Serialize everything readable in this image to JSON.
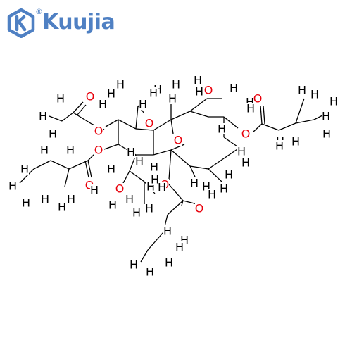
{
  "brand": {
    "name": "Kuujia",
    "registered_mark": "®",
    "color": "#4f80c3"
  },
  "molecule": {
    "hydrogen_label": "H",
    "oxygen_label": "O",
    "hydrogen_color": "#000000",
    "oxygen_color": "#e8000b",
    "bond_color": "#000000"
  }
}
